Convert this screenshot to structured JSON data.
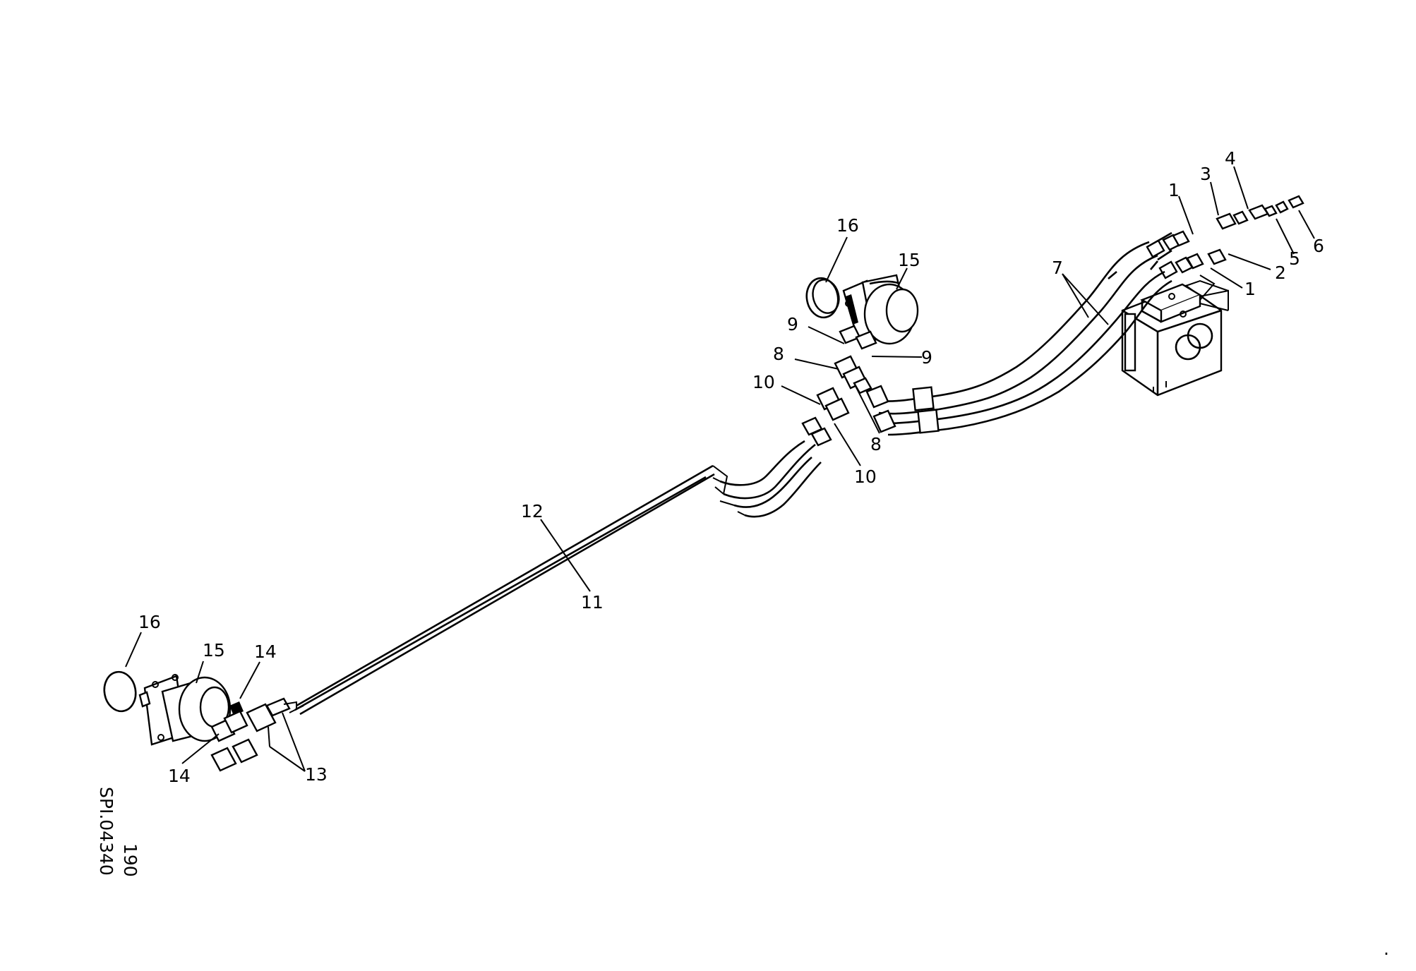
{
  "diagram": {
    "labels": {
      "l1a": "1",
      "l3": "3",
      "l4": "4",
      "l2": "2",
      "l1b": "1",
      "l5": "5",
      "l6": "6",
      "l7": "7",
      "l16a": "16",
      "l15a": "15",
      "l9a": "9",
      "l9b": "9",
      "l8a": "8",
      "l8b": "8",
      "l10a": "10",
      "l10b": "10",
      "l12": "12",
      "l11": "11",
      "l16b": "16",
      "l15b": "15",
      "l14a": "14",
      "l14b": "14",
      "l13": "13"
    },
    "drawing_ref": "SPI.04340",
    "drawing_page": "190",
    "corner_mark": "."
  }
}
